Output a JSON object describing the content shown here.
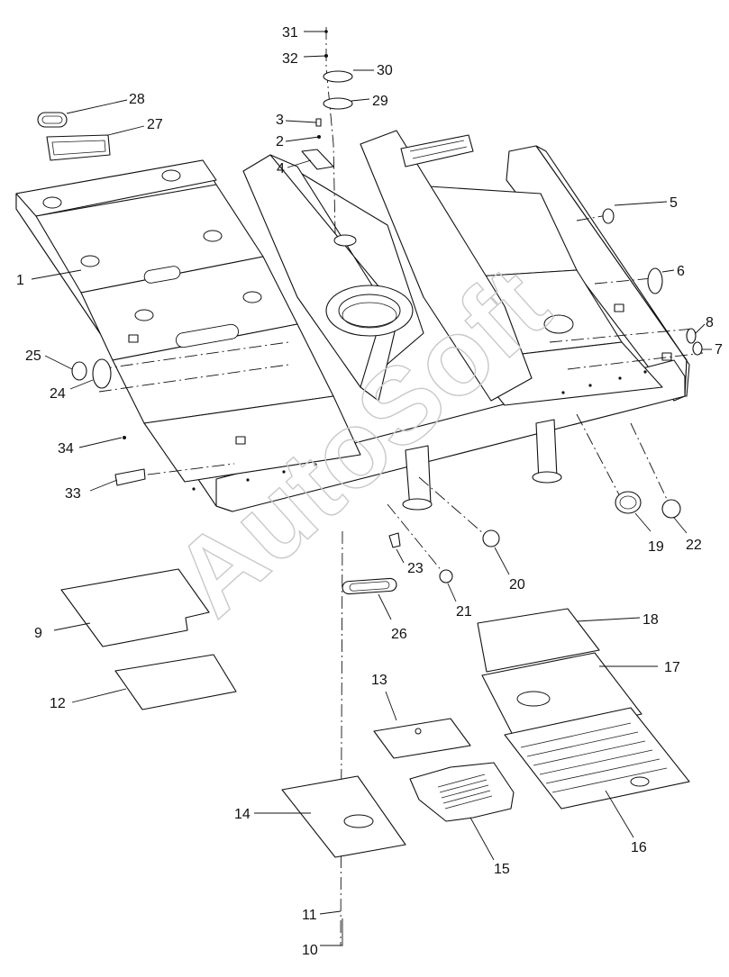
{
  "watermark": "AutoSoft",
  "parts": [
    {
      "id": "frame",
      "label": "1"
    },
    {
      "id": "washer",
      "label": "2"
    },
    {
      "id": "bolt",
      "label": "3"
    },
    {
      "id": "plate",
      "label": "4"
    },
    {
      "id": "grommet-a",
      "label": "5"
    },
    {
      "id": "plug-large",
      "label": "6"
    },
    {
      "id": "plug-small",
      "label": "7"
    },
    {
      "id": "plug-cap",
      "label": "8"
    },
    {
      "id": "cover-left",
      "label": "9"
    },
    {
      "id": "bolt-bottom",
      "label": "10"
    },
    {
      "id": "washer-bottom",
      "label": "11"
    },
    {
      "id": "cover-small",
      "label": "12"
    },
    {
      "id": "cover-center",
      "label": "13"
    },
    {
      "id": "cover-bottom",
      "label": "14"
    },
    {
      "id": "cover-vented",
      "label": "15"
    },
    {
      "id": "cover-vented-lg",
      "label": "16"
    },
    {
      "id": "cover-right",
      "label": "17"
    },
    {
      "id": "cover-right-top",
      "label": "18"
    },
    {
      "id": "oval-plug-19",
      "label": "19"
    },
    {
      "id": "round-plug-20",
      "label": "20"
    },
    {
      "id": "round-plug-21",
      "label": "21"
    },
    {
      "id": "round-plug-22",
      "label": "22"
    },
    {
      "id": "clip",
      "label": "23"
    },
    {
      "id": "plug-24",
      "label": "24"
    },
    {
      "id": "plug-25",
      "label": "25"
    },
    {
      "id": "oval-seal-26",
      "label": "26"
    },
    {
      "id": "seal-27",
      "label": "27"
    },
    {
      "id": "seal-28",
      "label": "28"
    },
    {
      "id": "gasket-29",
      "label": "29"
    },
    {
      "id": "gasket-30",
      "label": "30"
    },
    {
      "id": "bolt-31",
      "label": "31"
    },
    {
      "id": "washer-32",
      "label": "32"
    },
    {
      "id": "bracket-33",
      "label": "33"
    },
    {
      "id": "bolt-34",
      "label": "34"
    }
  ]
}
